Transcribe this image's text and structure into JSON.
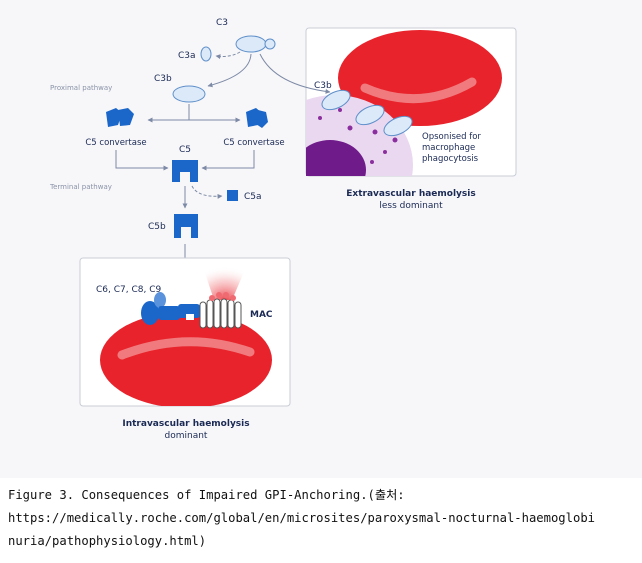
{
  "diagram": {
    "labels": {
      "c3": "C3",
      "c3a": "C3a",
      "c3b_top": "C3b",
      "c3b_right": "C3b",
      "proximal": "Proximal pathway",
      "c5conv_left": "C5 convertase",
      "c5conv_right": "C5 convertase",
      "c5": "C5",
      "terminal": "Terminal pathway",
      "c5a": "C5a",
      "c5b": "C5b",
      "c6_9": "C6, C7, C8, C9",
      "mac": "MAC",
      "opsonised_1": "Opsonised for",
      "opsonised_2": "macrophage",
      "opsonised_3": "phagocytosis",
      "extra_title": "Extravascular haemolysis",
      "extra_sub": "less dominant",
      "intra_title": "Intravascular haemolysis",
      "intra_sub": "dominant"
    },
    "colors": {
      "dark_blue": "#1b66c9",
      "light_blue": "#dbe9f8",
      "navy": "#1b2a55",
      "red": "#e8232b",
      "purple": "#6f1b8a",
      "lavender": "#ead8f1"
    }
  },
  "caption": {
    "line1": "Figure 3. Consequences of Impaired GPI-Anchoring.(출처:",
    "line2": "https://medically.roche.com/global/en/microsites/paroxysmal-nocturnal-haemoglobi",
    "line3": "nuria/pathophysiology.html)"
  }
}
